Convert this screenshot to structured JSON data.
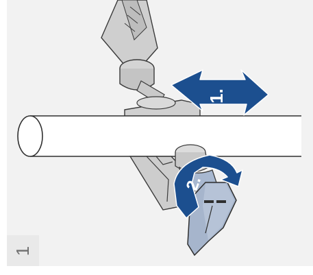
{
  "figure": {
    "step_number": "1",
    "arrow1_label": "1.",
    "arrow2_label": "2.",
    "colors": {
      "background": "#f2f2f2",
      "badge": "#e9e9e9",
      "arrow_blue": "#1c4f8f",
      "arm_gray": "#c9c9c9",
      "knob_blue": "#a8b8d0",
      "outline": "#333333"
    },
    "icons": [
      "double-headed-arrow-icon",
      "rotation-arrow-icon"
    ]
  }
}
